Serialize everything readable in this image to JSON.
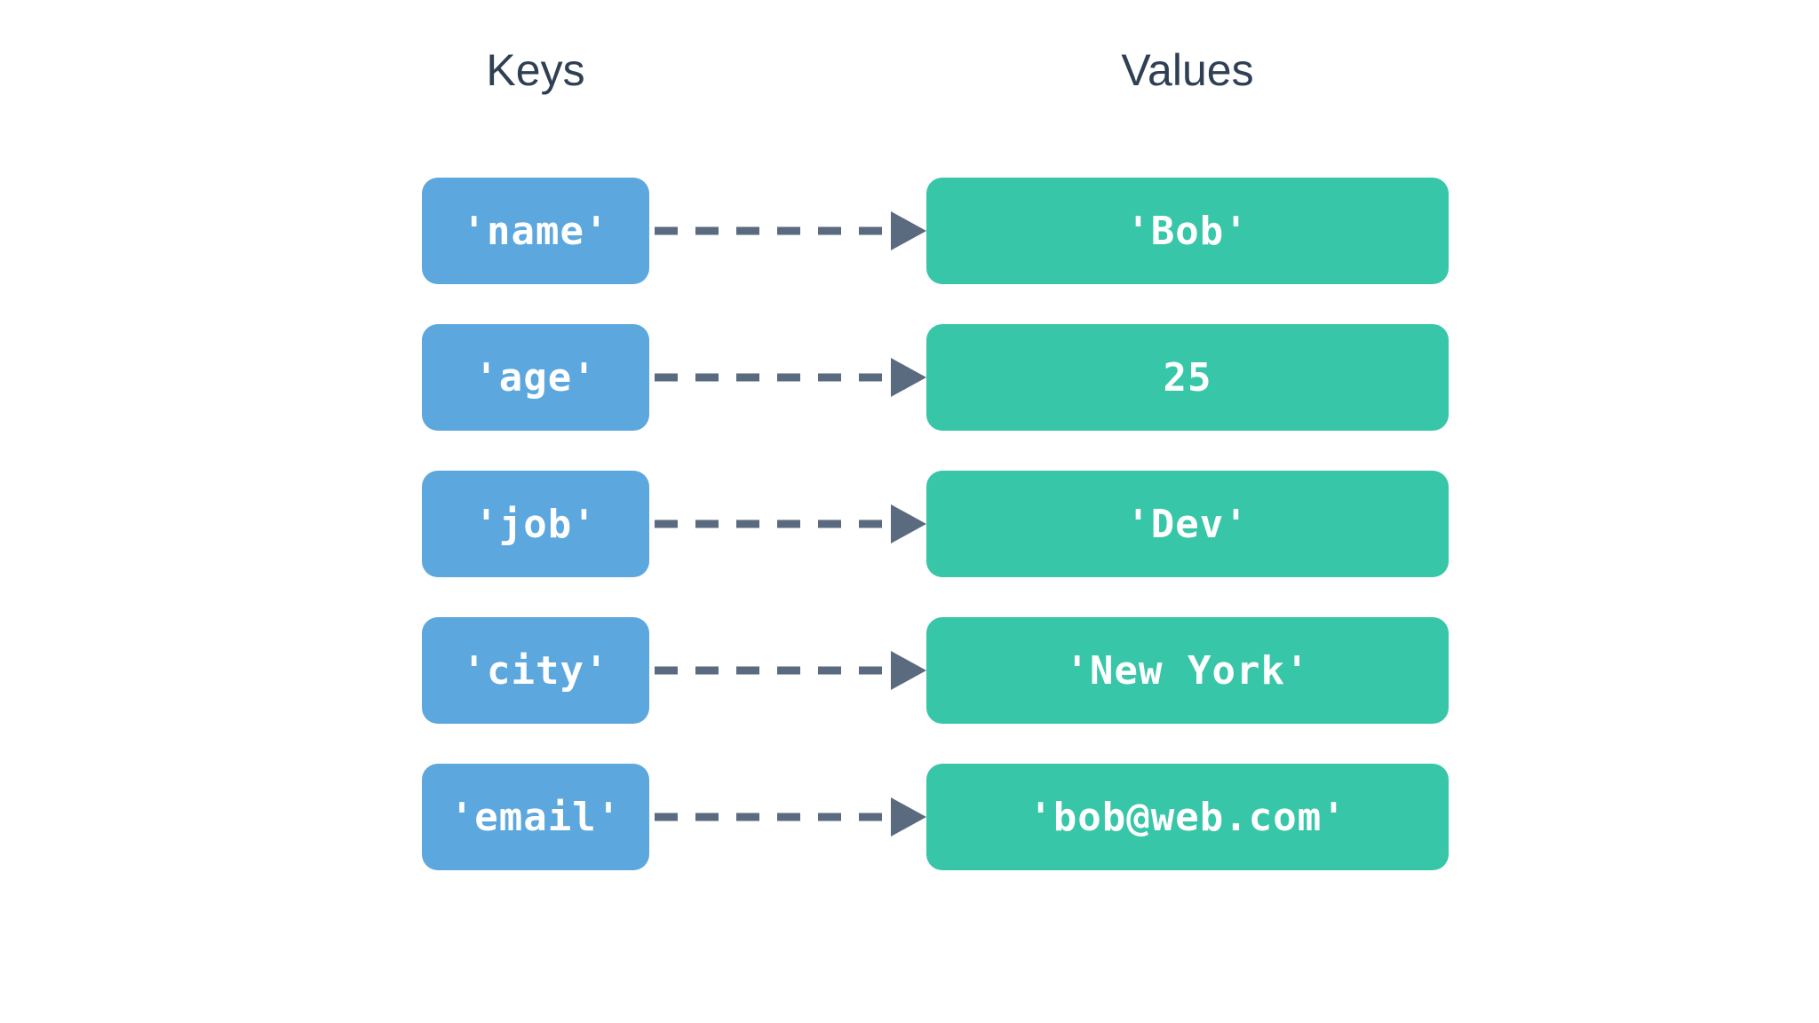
{
  "headers": {
    "keys": "Keys",
    "values": "Values"
  },
  "colors": {
    "key_box": "#5ba7de",
    "value_box": "#38c6a8",
    "header_text": "#2f4054",
    "arrow": "#5a6b80",
    "background": "#ffffff",
    "box_text": "#ffffff"
  },
  "pairs": [
    {
      "key": "'name'",
      "value": "'Bob'",
      "arrow": "dashed-arrow-right"
    },
    {
      "key": "'age'",
      "value": "25",
      "arrow": "dashed-arrow-right"
    },
    {
      "key": "'job'",
      "value": "'Dev'",
      "arrow": "dashed-arrow-right"
    },
    {
      "key": "'city'",
      "value": "'New York'",
      "arrow": "dashed-arrow-right"
    },
    {
      "key": "'email'",
      "value": "'bob@web.com'",
      "arrow": "dashed-arrow-right"
    }
  ]
}
